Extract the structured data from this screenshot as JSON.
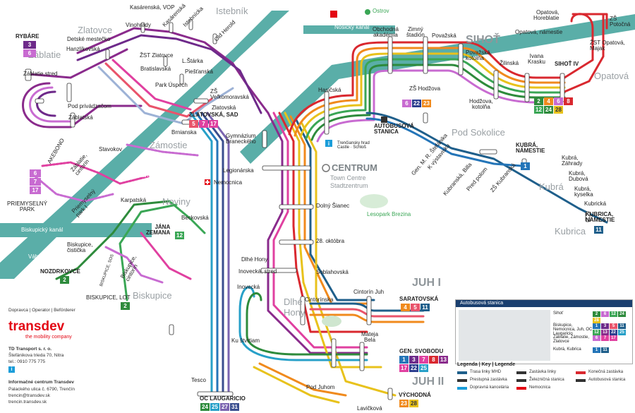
{
  "rivers": {
    "vah_labels": [
      "Váh",
      "Váh",
      "Váh"
    ],
    "kanal": "Biskupický kanál",
    "nosicky": "Nosický kanál",
    "ostrov": "Ostrov"
  },
  "districts": {
    "zablatie": "Záblatie",
    "zlatovce": "Zlatovce",
    "istebnik": "Istebník",
    "zamostie": "Zámostie",
    "noviny": "Noviny",
    "biskupice": "Biskupice",
    "sihot": "SIHOŤ",
    "opatova": "Opatová",
    "sokolice": "Pod Sokolice",
    "kubra": "Kubrá",
    "kubrica": "Kubrica",
    "juh1": "JUH I",
    "juh2": "JUH II",
    "dlhe_hony": "Dlhé\nHony"
  },
  "centrum": {
    "title": "CENTRUM",
    "sub1": "Town Centre",
    "sub2": "Stadtzentrum"
  },
  "park": "Lesopark Brezina",
  "stops": {
    "rybare": "RYBÁRE",
    "zablatie_stred": "Záblatie,stred",
    "pod_privadzacom": "Pod privádzačom",
    "zablatska": "Záblatská",
    "kasarenska_vop": "Kasárenská, VOP",
    "kasarenska": "Kasárenská",
    "istebnicka": "Istebnícka",
    "vinohrady": "Vinohrady",
    "detske": "Detské mestečko",
    "hanzlikovska": "Hanzlíkovská",
    "zst_zlatovce": "ŽST Zlatovce",
    "bratislavska": "Bratislavská",
    "l_starka": "L.Štárka",
    "piestanska": "Piešťanská",
    "park_uspech": "Park Úspech",
    "old_herold": "Old Herold",
    "zs_velkomoravska": "ZŠ\nVeľkomoravská",
    "zlatovska": "Zlatovská",
    "zlatovska_sad": "ZLATOVSKÁ, SAD",
    "brnianska": "Brnianska",
    "akebono": "AKEBONO",
    "stavokov": "Stavokov",
    "zablatie_cintorin": "Záblatie,\ncintorín",
    "priemyselny_park": "PRIEMYSELNÝ\nPARK",
    "priemyselny_park1": "Priemyselný\npark I",
    "gymnazium": "Gymnázium\nBraneckého",
    "legionarska": "Legionárska",
    "nemocnica": "Nemocnica",
    "karpatska": "Karpatská",
    "beckovska": "Beckovská",
    "jana_zemana": "JÁNA\nZEMANA",
    "biskupice_cistic": "Biskupice,\nčistička",
    "nozdrkovce": "NOZDRKOVCE",
    "biskupice_skd": "BISKUPICE, SOS",
    "biskupice_cintorin": "Biskupice,\ncintorín",
    "biskupice_lot": "BISKUPICE, LOT",
    "hasicska": "Hasičská",
    "obchodna": "Obchodná\nakadémia",
    "zimny": "Zimný\nštadión",
    "povazska": "Považská",
    "povazska_kotolna": "Považská,\nkotolňa",
    "zilinska": "Žilinská",
    "ivana_krasku": "Ivana\nKrasku",
    "sihot4": "SIHOŤ IV",
    "zs_hodzova": "ZŠ Hodžova",
    "hodzova_kotolna": "Hodžova,\nkotolňa",
    "opatova_horeblatie": "Opatová,\nHoreblatie",
    "zs_potocna": "ZŠ\nPotočná",
    "opatova_namestie": "Opatová, námestie",
    "zst_opatova": "ŽST Opatová,\nMajak",
    "autobusova": "AUTOBUSOVÁ\nSTANICA",
    "gen_stefanika": "Gen. M. R. Štefánika",
    "k_vystavisku": "K výstavisku",
    "kubranska_billa": "Kubranská, Billa",
    "pred_polom": "Pred polom",
    "zs_kubranska": "ZŠ Kubranská",
    "kubra_namestie": "KUBRÁ,\nNÁMESTIE",
    "kubra_zahrady": "Kubrá,\nZáhrady",
    "kubra_dubova": "Kubrá,\nDubová",
    "kubra_kyselka": "Kubrá,\nkyselka",
    "kubricka": "Kubrická",
    "kubrica_namestie": "KUBRICA,\nNÁMESTIE",
    "dolny_sianec": "Dolný Šianec",
    "28_oktobra": "28. októbra",
    "dlhe_hony_stop": "Dlhé Hony",
    "inovecka_stred": "Inovecká, stred",
    "inovecka": "Inovecká",
    "soblahovska": "Soblahovská",
    "cintorin_juh": "Cintorín Juh",
    "cintorinska": "Cintorínska",
    "saratovska": "SARATOVSKÁ",
    "ku_stvrtiam": "Ku štvrtiam",
    "mateja_bela": "Mateja\nBela",
    "gen_svobodu": "GEN. SVOBODU",
    "tesco": "Tesco",
    "oc_laugaricio": "OC LAUGARICIO",
    "pod_juhom": "Pod Juhom",
    "vychodna": "VÝCHODNÁ",
    "lavickova": "Lavičková",
    "trenciansky_hrad": "Trenčiansky hrad\nCastle · Schloß"
  },
  "badges": {
    "rybare": [
      {
        "n": "3",
        "c": "#6e2a8a"
      },
      {
        "n": "6",
        "c": "#c86bd1"
      }
    ],
    "zlatovska_sad": [
      {
        "n": "5",
        "c": "#e9546b"
      },
      {
        "n": "7",
        "c": "#e040a0"
      },
      {
        "n": "17",
        "c": "#e040a0"
      }
    ],
    "akebono": [
      {
        "n": "6",
        "c": "#c86bd1"
      },
      {
        "n": "7",
        "c": "#c86bd1"
      },
      {
        "n": "17",
        "c": "#c86bd1"
      }
    ],
    "jana_zemana": [
      {
        "n": "12",
        "c": "#3aa655"
      }
    ],
    "nozdrkovce": [
      {
        "n": "2",
        "c": "#2e8b3c"
      }
    ],
    "biskupice_lot": [
      {
        "n": "2",
        "c": "#2e8b3c"
      }
    ],
    "hasicska": [
      {
        "n": "6",
        "c": "#c86bd1"
      },
      {
        "n": "22",
        "c": "#2c3e8f"
      },
      {
        "n": "23",
        "c": "#f08a1d"
      }
    ],
    "sihot4": [
      {
        "n": "2",
        "c": "#2e8b3c"
      },
      {
        "n": "4",
        "c": "#f08a1d"
      },
      {
        "n": "6",
        "c": "#c86bd1"
      },
      {
        "n": "8",
        "c": "#d9282f"
      },
      {
        "n": "12",
        "c": "#3aa655"
      },
      {
        "n": "24",
        "c": "#2e8b3c"
      },
      {
        "n": "28",
        "c": "#e8c21c"
      }
    ],
    "kubra_namestie": [
      {
        "n": "1",
        "c": "#2475b8"
      }
    ],
    "kubrica_namestie": [
      {
        "n": "11",
        "c": "#1f5f8b"
      }
    ],
    "saratovska": [
      {
        "n": "4",
        "c": "#f08a1d"
      },
      {
        "n": "5",
        "c": "#e9546b"
      },
      {
        "n": "11",
        "c": "#1f5f8b"
      }
    ],
    "gen_svobodu": [
      {
        "n": "1",
        "c": "#2475b8"
      },
      {
        "n": "3",
        "c": "#6e2a8a"
      },
      {
        "n": "7",
        "c": "#e040a0"
      },
      {
        "n": "8",
        "c": "#d9282f"
      },
      {
        "n": "13",
        "c": "#8a2b8c"
      },
      {
        "n": "17",
        "c": "#e040a0"
      },
      {
        "n": "22",
        "c": "#2c3e8f"
      },
      {
        "n": "25",
        "c": "#27a0c8"
      }
    ],
    "oc_laugaricio": [
      {
        "n": "24",
        "c": "#2e8b3c"
      },
      {
        "n": "25",
        "c": "#27a0c8"
      },
      {
        "n": "27",
        "c": "#7a64b0"
      },
      {
        "n": "31",
        "c": "#3a4e8f"
      }
    ],
    "vychodna": [
      {
        "n": "23",
        "c": "#f08a1d"
      },
      {
        "n": "28",
        "c": "#e8c21c"
      }
    ]
  },
  "legend": {
    "header": "Autobusová stanica",
    "rows": [
      {
        "t": "Sihoť",
        "nums": [
          "2",
          "6",
          "12",
          "24",
          "28"
        ]
      },
      {
        "t": "Biskupice, Nemocnica, Juh, OC Laugaricio",
        "nums": [
          "1",
          "3",
          "5",
          "11",
          "12",
          "13",
          "22",
          "25"
        ]
      },
      {
        "t": "Záblatie, Zámostie, Zlatovce",
        "nums": [
          "6",
          "7",
          "17"
        ]
      },
      {
        "t": "Kubrá, Kubrica",
        "nums": [
          "1",
          "11"
        ]
      }
    ],
    "key_title": "Legenda | Key | Legende",
    "key_items": [
      "Trasa linky MHD",
      "Zastávka linky",
      "Konečná zastávka",
      "Prestupná zastávka",
      "Železničná stanica",
      "Autobusová stanica",
      "Dopravná kancelária",
      "Nemocnica"
    ]
  },
  "company": {
    "logo": "transdev",
    "tagline": "the mobility company",
    "operator_line": "Dopravca | Operator | Beförderer",
    "name": "TD Transport s. r. o.",
    "address": "Štefánikova trieda 70, Nitra",
    "phone": "tel.: 0910 775 775",
    "office_title": "Informačné centrum Transdev",
    "office_address": "Palackého ulica č. 6790, Trenčín",
    "email": "trencin@transdev.sk",
    "web": "trencin.transdev.sk"
  }
}
